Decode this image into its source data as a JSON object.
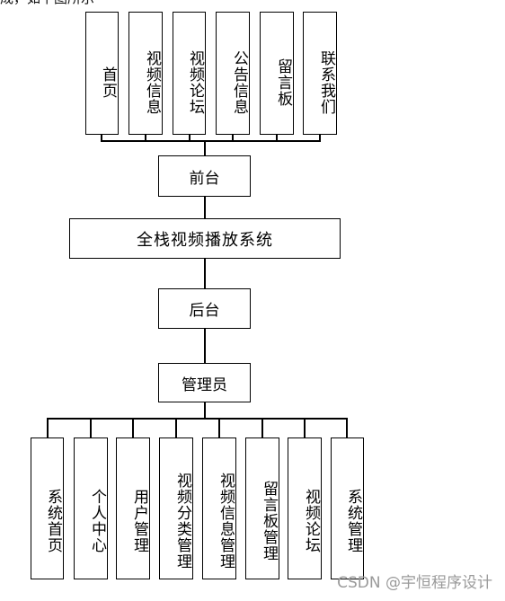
{
  "heading_fragment": "成，如下图所示",
  "frontend": {
    "modules": [
      "首页",
      "视频信息",
      "视频论坛",
      "公告信息",
      "留言板",
      "联系我们"
    ],
    "hub": "前台"
  },
  "system_name": "全栈视频播放系统",
  "backend": {
    "hub": "后台",
    "role": "管理员",
    "modules": [
      "系统首页",
      "个人中心",
      "用户管理",
      "视频分类管理",
      "视频信息管理",
      "留言板管理",
      "视频论坛",
      "系统管理"
    ]
  },
  "watermark": "CSDN @宇恒程序设计",
  "colors": {
    "line": "#000000",
    "watermark": "#9a9a9a"
  }
}
